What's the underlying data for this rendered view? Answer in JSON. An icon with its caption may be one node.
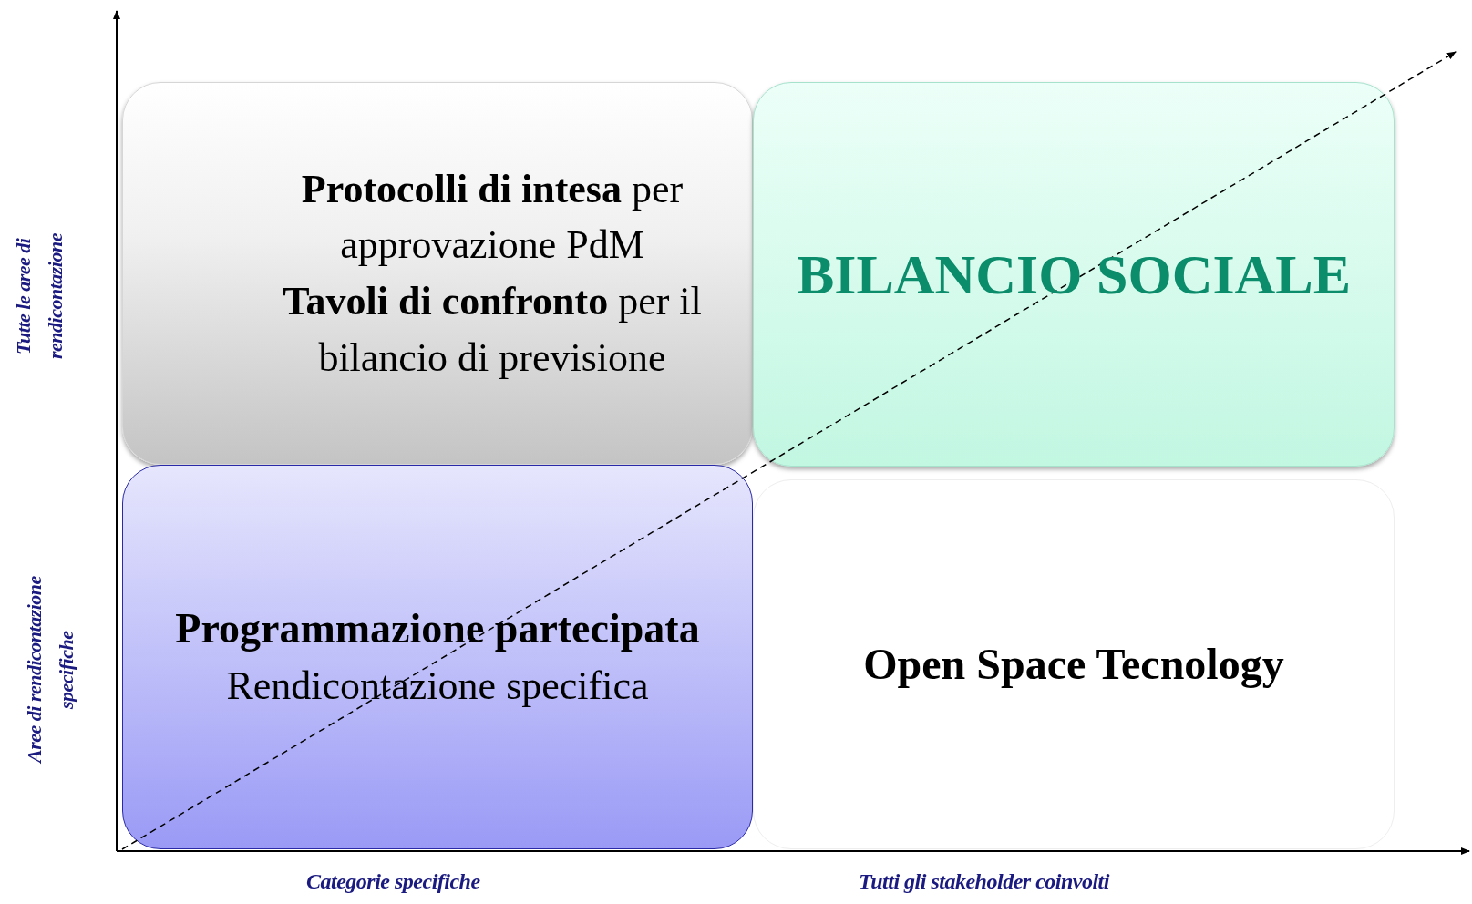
{
  "diagram": {
    "nodes": [
      {
        "text": [
          "**Protocolli di intesa** per approvazione PdM",
          "**Tavoli di confronto** per il bilancio di previsione"
        ]
      },
      {
        "text": [
          "BILANCIO SOCIALE"
        ]
      },
      {
        "text": [
          "Programmazione partecipata",
          "Rendicontazione specifica"
        ]
      },
      {
        "text": [
          "Open Space Tecnology"
        ]
      }
    ],
    "edges": [],
    "labels": [
      "Tutte le aree di rendicontazione",
      "Aree di rendicontazione specifiche",
      "Categorie specifiche",
      "Tutti gli stakeholder coinvolti"
    ]
  }
}
